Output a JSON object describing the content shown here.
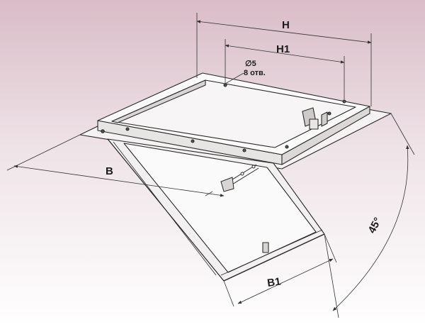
{
  "diagram": {
    "labels": {
      "H": "H",
      "H1": "H1",
      "B": "B",
      "B1": "B1",
      "hole_diameter": "∅5",
      "hole_count": "8 отв.",
      "angle": "45°"
    },
    "colors": {
      "background_top": "#d9bcc7",
      "background_bottom": "#ffffff",
      "frame_fill": "#f3f1f1",
      "frame_stroke": "#2a2a2a",
      "dimension_line": "#333333"
    }
  }
}
